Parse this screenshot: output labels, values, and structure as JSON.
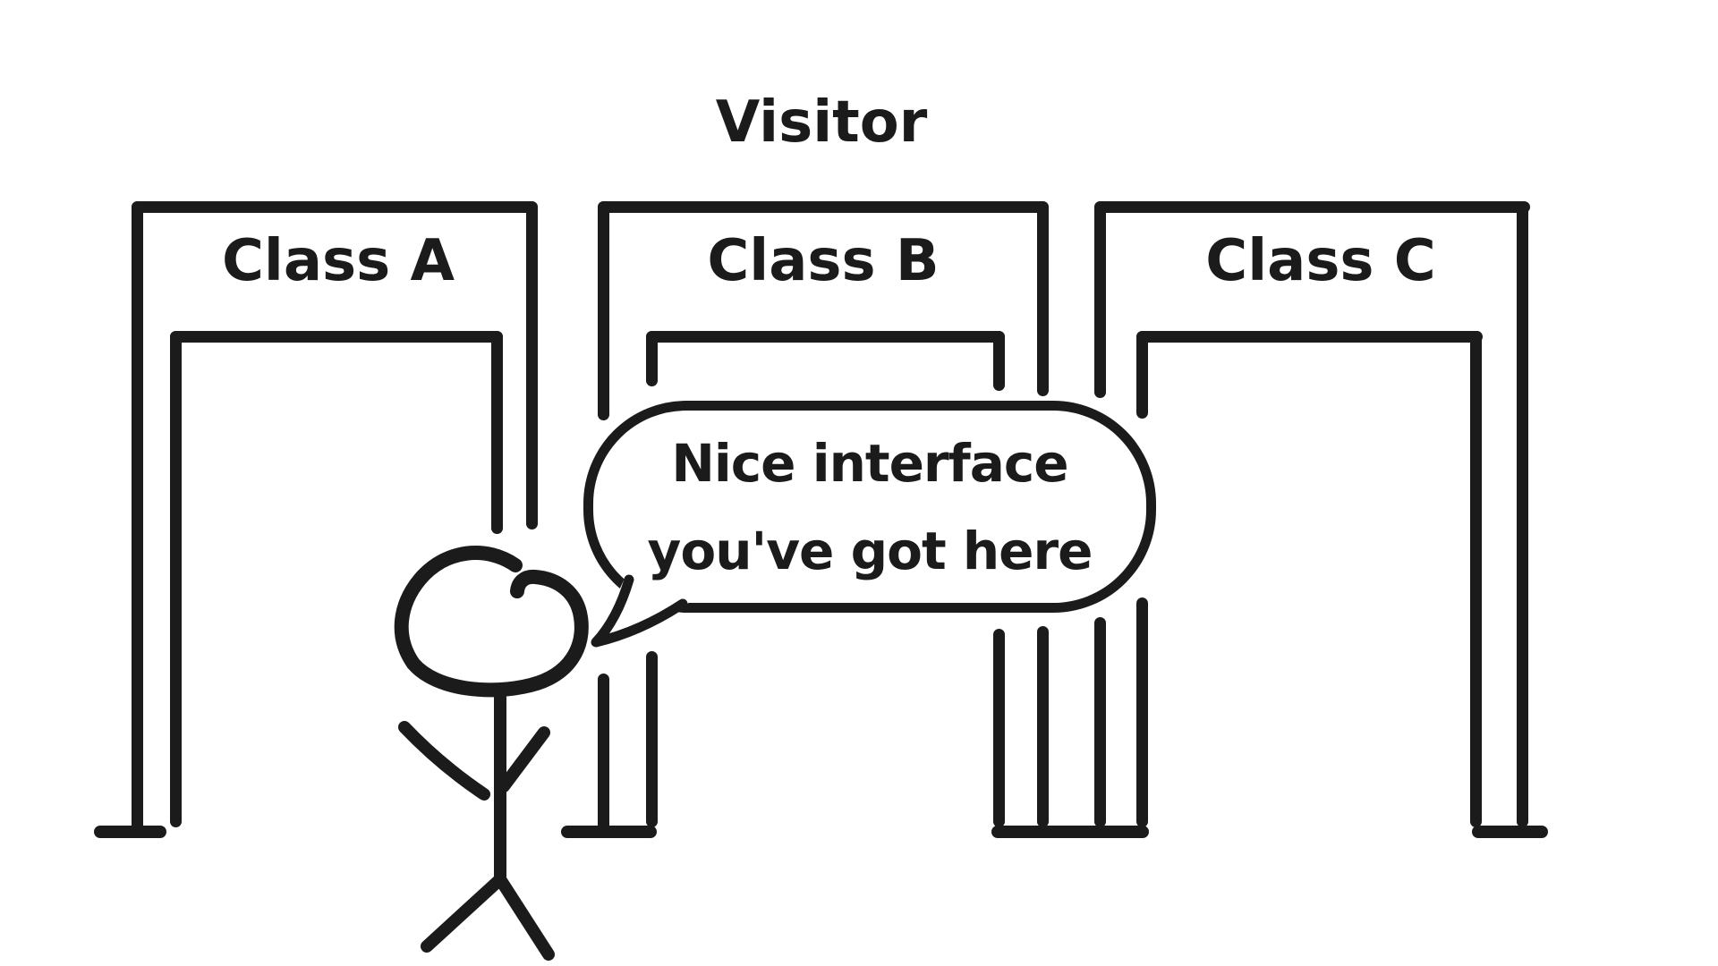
{
  "title": "Visitor",
  "classes": [
    {
      "label": "Class A"
    },
    {
      "label": "Class B"
    },
    {
      "label": "Class C"
    }
  ],
  "speech_bubble": {
    "line1": "Nice interface",
    "line2": "you've got here"
  },
  "colors": {
    "ink": "#1b1b1b",
    "background": "#ffffff"
  }
}
